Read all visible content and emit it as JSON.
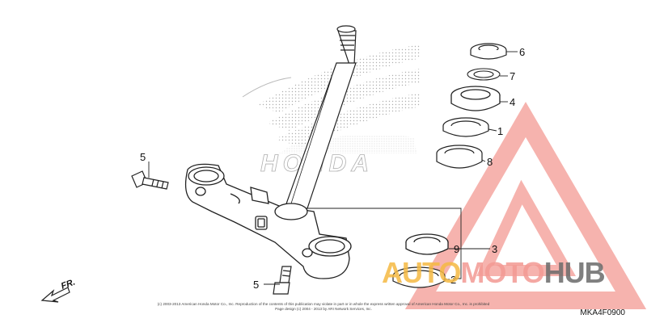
{
  "diagram": {
    "diagram_code": "MKA4F0900",
    "direction_label": "FR.",
    "copyright_lines": [
      "(c) 2003-2013 American Honda Motor Co., Inc. Reproduction of the contents of this publication may violate in part or in whole the express written approval of American Honda Motor Co., Inc. is prohibited",
      "Page design (c) 2004 - 2013 by ARI Network Services, Inc."
    ],
    "background_logo_text": "HONDA",
    "watermark": {
      "part1": "AUTO",
      "part2": "MOTO",
      "part3": "HUB",
      "color1": "#f5b942",
      "color2": "#f39a93",
      "color3": "#6b6b6b"
    },
    "callouts": [
      {
        "id": "c6",
        "label": "6",
        "part": "steering-stem-nut"
      },
      {
        "id": "c7",
        "label": "7",
        "part": "lock-washer"
      },
      {
        "id": "c4",
        "label": "4",
        "part": "adjusting-nut"
      },
      {
        "id": "c1",
        "label": "1",
        "part": "dust-seal-upper"
      },
      {
        "id": "c8",
        "label": "8",
        "part": "upper-bearing"
      },
      {
        "id": "c5a",
        "label": "5",
        "part": "pinch-bolt-upper"
      },
      {
        "id": "c9",
        "label": "9",
        "part": "lower-bearing-seal"
      },
      {
        "id": "c3",
        "label": "3",
        "part": "lower-bearing"
      },
      {
        "id": "c5b",
        "label": "5",
        "part": "pinch-bolt-lower"
      },
      {
        "id": "c2",
        "label": "2",
        "part": "lower-dust-seal"
      }
    ]
  }
}
